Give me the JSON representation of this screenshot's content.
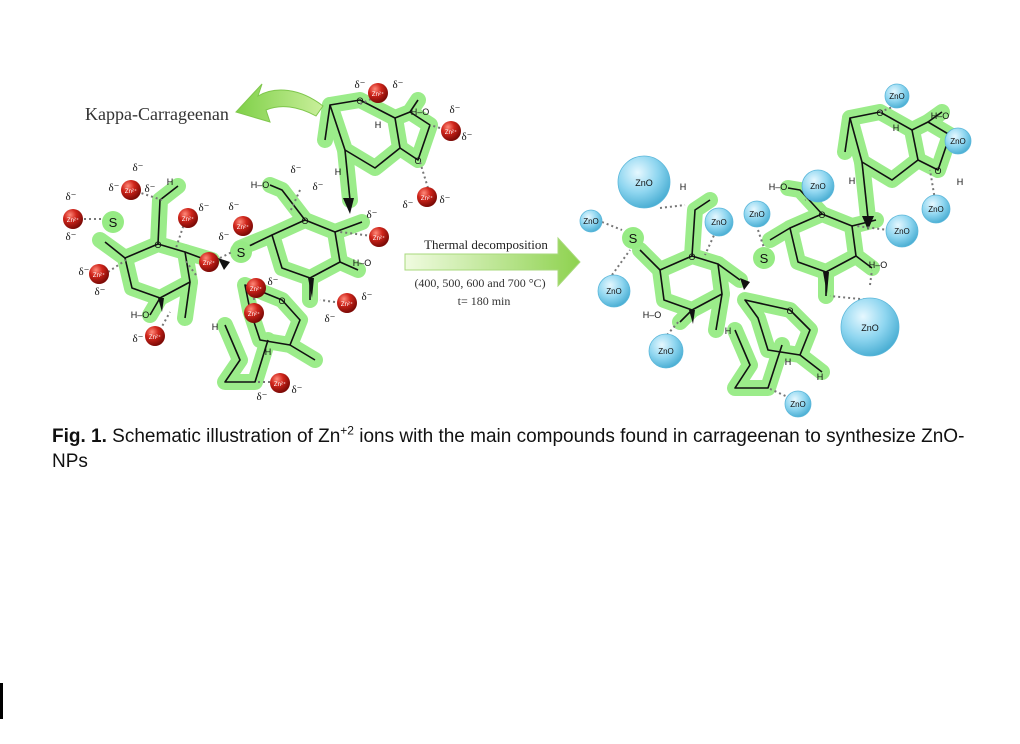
{
  "diagram": {
    "label_kappa": "Kappa-Carrageenan",
    "arrow_title": "Thermal decomposition",
    "arrow_conditions": "(400, 500, 600 and 700 °C)",
    "arrow_time": "t= 180 min",
    "zn_ion_label": "Zn²⁺",
    "zno_label": "ZnO",
    "delta_label": "δ⁻",
    "sulfur_label": "S",
    "oxygen_label": "O",
    "hydrogen_label": "H",
    "hydroxyl_label": "H–O",
    "colors": {
      "molecule_green": "#96eb84",
      "bond_black": "#111111",
      "zn_ion_red": "#b3120c",
      "zno_blue": "#83d2ee",
      "arrow_green": "#8ed24f",
      "arrow_gradient_start": "#e8f8cf"
    }
  },
  "caption": {
    "prefix_bold": "Fig. 1.",
    "text_before_sup": " Schematic illustration of Zn",
    "superscript": "+2",
    "text_after_sup": " ions with the main compounds found in carrageenan to synthesize ZnO-NPs"
  }
}
